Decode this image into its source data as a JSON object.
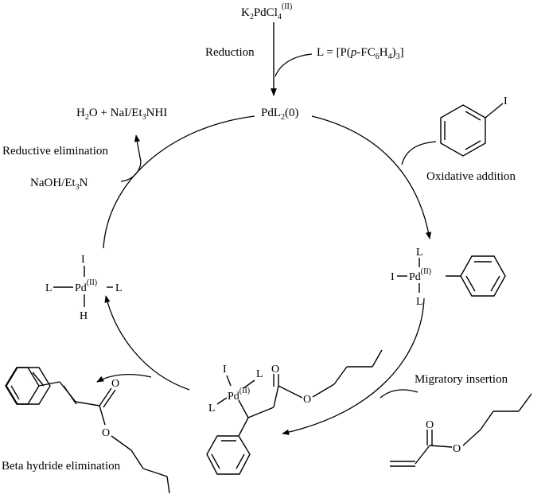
{
  "reagents": {
    "precatalyst": {
      "main": "K",
      "sub1": "2",
      "mid": "PdCl",
      "sub2": "4",
      "sup": "(II)"
    },
    "reduction": "Reduction",
    "ligand": {
      "pre": "L = [P(",
      "italic": "p",
      "mid": "-FC",
      "sub1": "6",
      "h": "H",
      "sub2": "4",
      "post": ")",
      "sub3": "3",
      "close": "]"
    },
    "catalyst": {
      "main": "PdL",
      "sub": "2",
      "post": "(0)"
    },
    "byproducts": {
      "h": "H",
      "sub1": "2",
      "mid": "O + NaI/Et",
      "sub2": "3",
      "post": "NHI"
    },
    "base": {
      "main": "NaOH/Et",
      "sub": "3",
      "post": "N"
    }
  },
  "steps": {
    "reductive_elimination": "Reductive elimination",
    "oxidative_addition": "Oxidative addition",
    "migratory_insertion": "Migratory insertion",
    "beta_hydride_elimination": "Beta hydride elimination"
  },
  "atoms": {
    "iodine": "I",
    "ligand": "L",
    "palladium": "Pd",
    "hydrogen": "H",
    "oxygen": "O",
    "ox_state": "(II)"
  }
}
